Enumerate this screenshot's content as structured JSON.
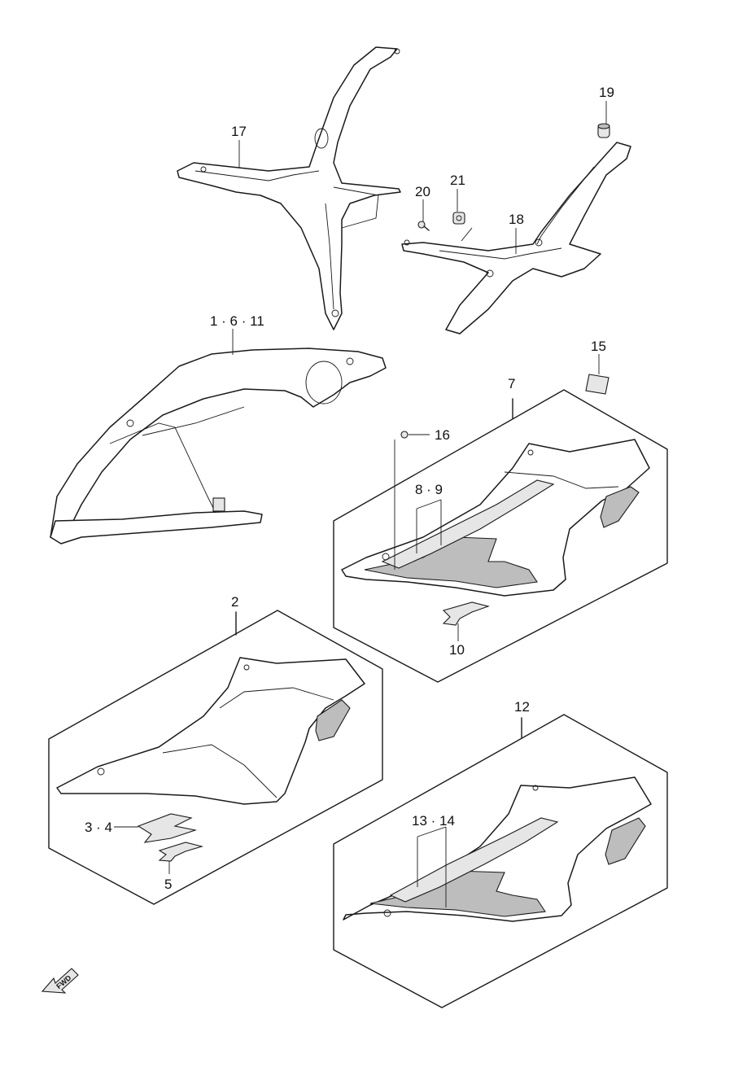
{
  "diagram": {
    "callouts": {
      "c17": "17",
      "c19": "19",
      "c20": "20",
      "c21": "21",
      "c18": "18",
      "c1611": "1 · 6 · 11",
      "c15": "15",
      "c7": "7",
      "c16": "16",
      "c89": "8 · 9",
      "c10": "10",
      "c2": "2",
      "c34": "3 · 4",
      "c5": "5",
      "c12": "12",
      "c1314": "13 · 14"
    },
    "fwd_label": "FWD"
  }
}
